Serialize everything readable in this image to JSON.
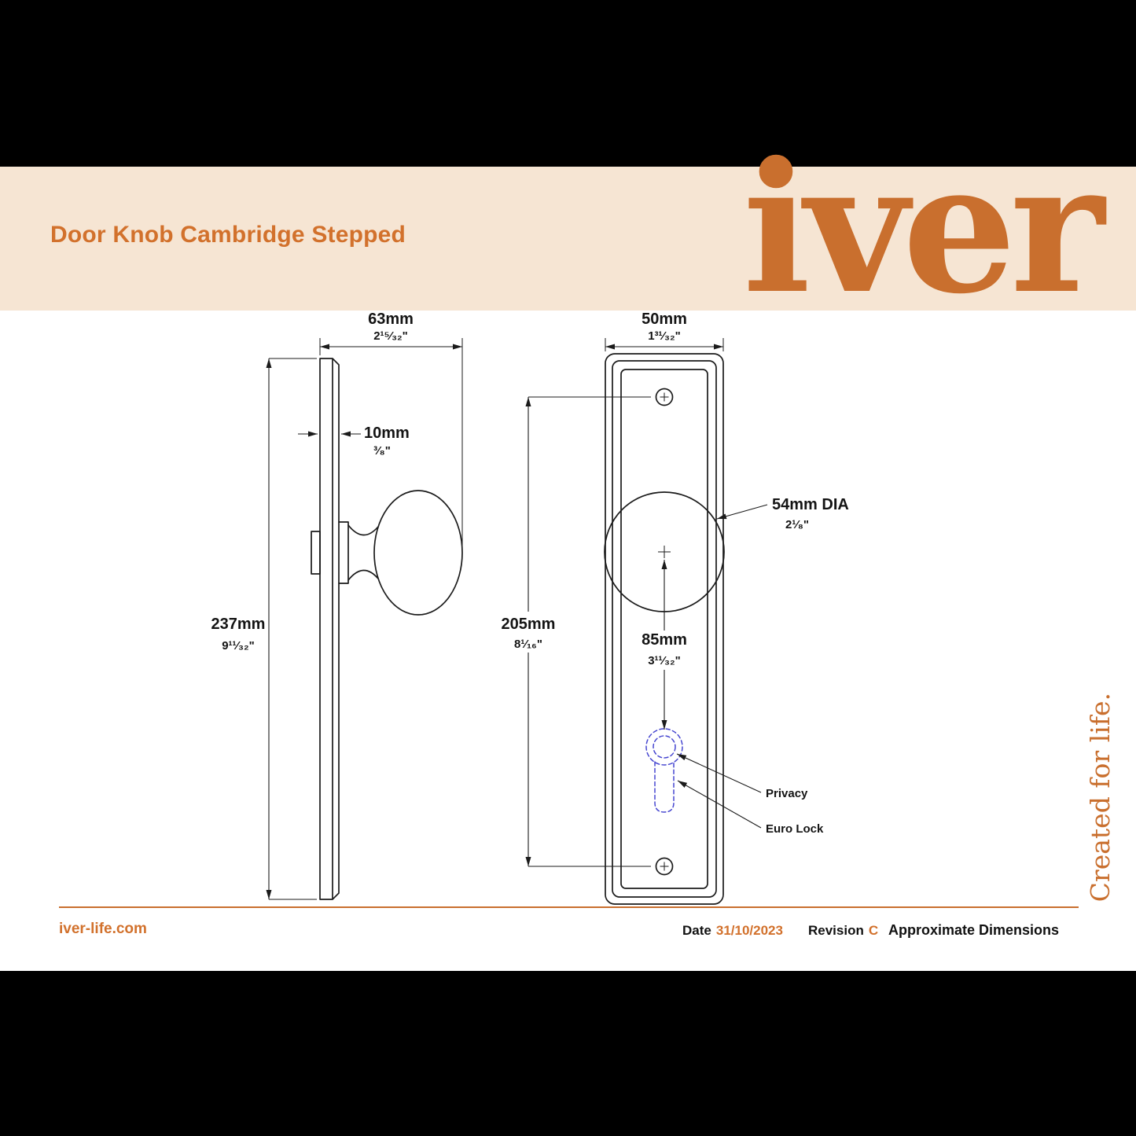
{
  "colors": {
    "orange": "#C96F2E",
    "cream": "#F6E5D3",
    "line": "#1B1B1B",
    "dashed_blue": "#4646D0"
  },
  "header": {
    "title": "Door Knob Cambridge Stepped",
    "logo_text": "iver"
  },
  "side_view": {
    "width_mm": "63mm",
    "width_in": "2¹⁵⁄₃₂\"",
    "thickness_mm": "10mm",
    "thickness_in": "³⁄₈\"",
    "height_mm": "237mm",
    "height_in": "9¹¹⁄₃₂\""
  },
  "front_view": {
    "width_mm": "50mm",
    "width_in": "1³¹⁄₃₂\"",
    "height_mm": "205mm",
    "height_in": "8¹⁄₁₆\"",
    "centres_mm": "85mm",
    "centres_in": "3¹¹⁄₃₂\"",
    "knob_dia_mm": "54mm DIA",
    "knob_dia_in": "2¹⁄₈\"",
    "privacy_label": "Privacy",
    "euro_lock_label": "Euro Lock"
  },
  "sidebar_text": "Created for life.",
  "footer": {
    "website": "iver-life.com",
    "date_label": "Date",
    "date_value": "31/10/2023",
    "revision_label": "Revision",
    "revision_value": "C",
    "note": "Approximate Dimensions"
  }
}
